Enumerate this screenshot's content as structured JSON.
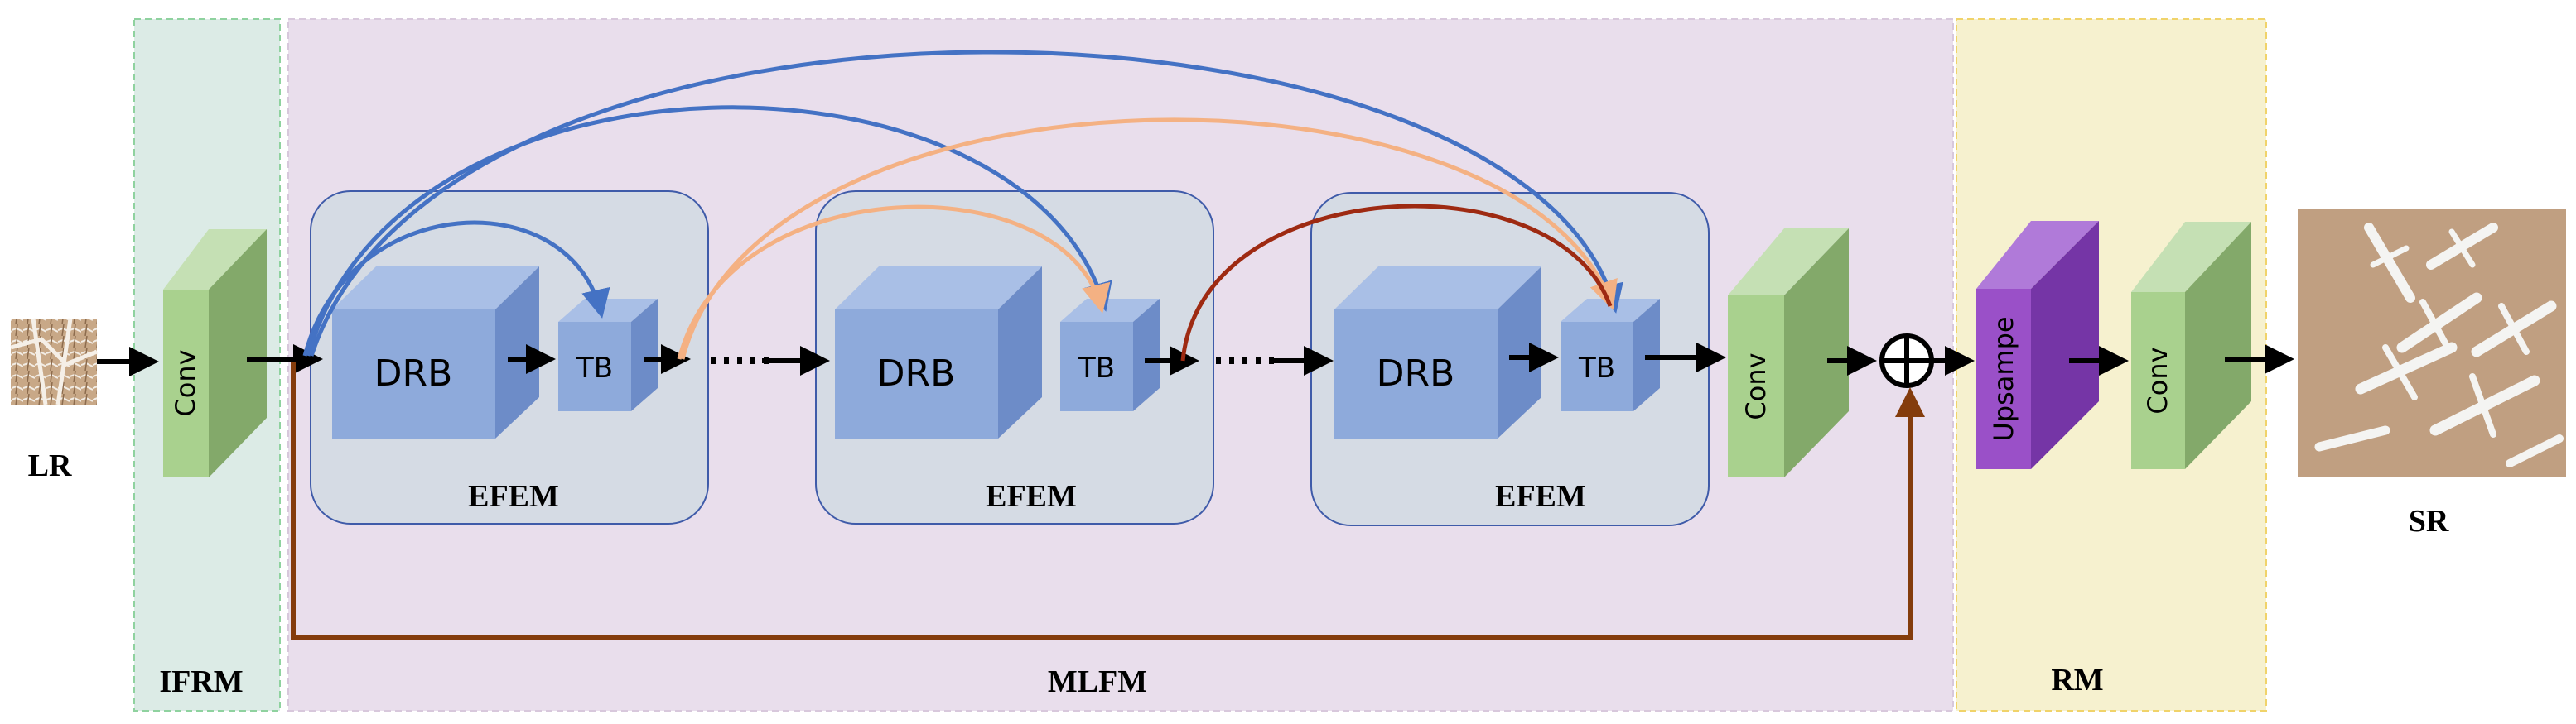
{
  "regions": {
    "ifrm": "IFRM",
    "mlfm": "MLFM",
    "rm": "RM"
  },
  "io": {
    "input": "LR",
    "output": "SR"
  },
  "blocks": {
    "conv_1": "Conv",
    "conv_2": "Conv",
    "conv_3": "Conv",
    "upsample": "Upsampe"
  },
  "efem": [
    {
      "drb": "DRB",
      "tb": "TB",
      "label": "EFEM"
    },
    {
      "drb": "DRB",
      "tb": "TB",
      "label": "EFEM"
    },
    {
      "drb": "DRB",
      "tb": "TB",
      "label": "EFEM"
    }
  ],
  "colors": {
    "ifrm_bg": "#dcebe6",
    "ifrm_border": "#8fd29f",
    "mlfm_bg": "#e9deec",
    "rm_bg": "#f6f1cf",
    "rm_border": "#f0d36a",
    "efem_bg": "#d5dbe4",
    "efem_border": "#3f5ba9",
    "cube_front": "#8eaadb",
    "cube_top": "#a9bfe6",
    "cube_side": "#6d8cc8",
    "conv_front": "#a9d18e",
    "conv_top": "#c5e0b4",
    "conv_side": "#83a96a",
    "upsample_front": "#9a50c8",
    "upsample_top": "#b07ad9",
    "upsample_side": "#7535a6",
    "skip_blue": "#4472c4",
    "skip_orange": "#f4b183",
    "skip_darkred": "#9e2a12",
    "global_skip": "#843c0c",
    "arrow": "#000000"
  },
  "icons": {
    "sum_node": "circle-plus-icon",
    "input_image": "lr-image-thumbnail",
    "output_image": "sr-image-thumbnail"
  }
}
